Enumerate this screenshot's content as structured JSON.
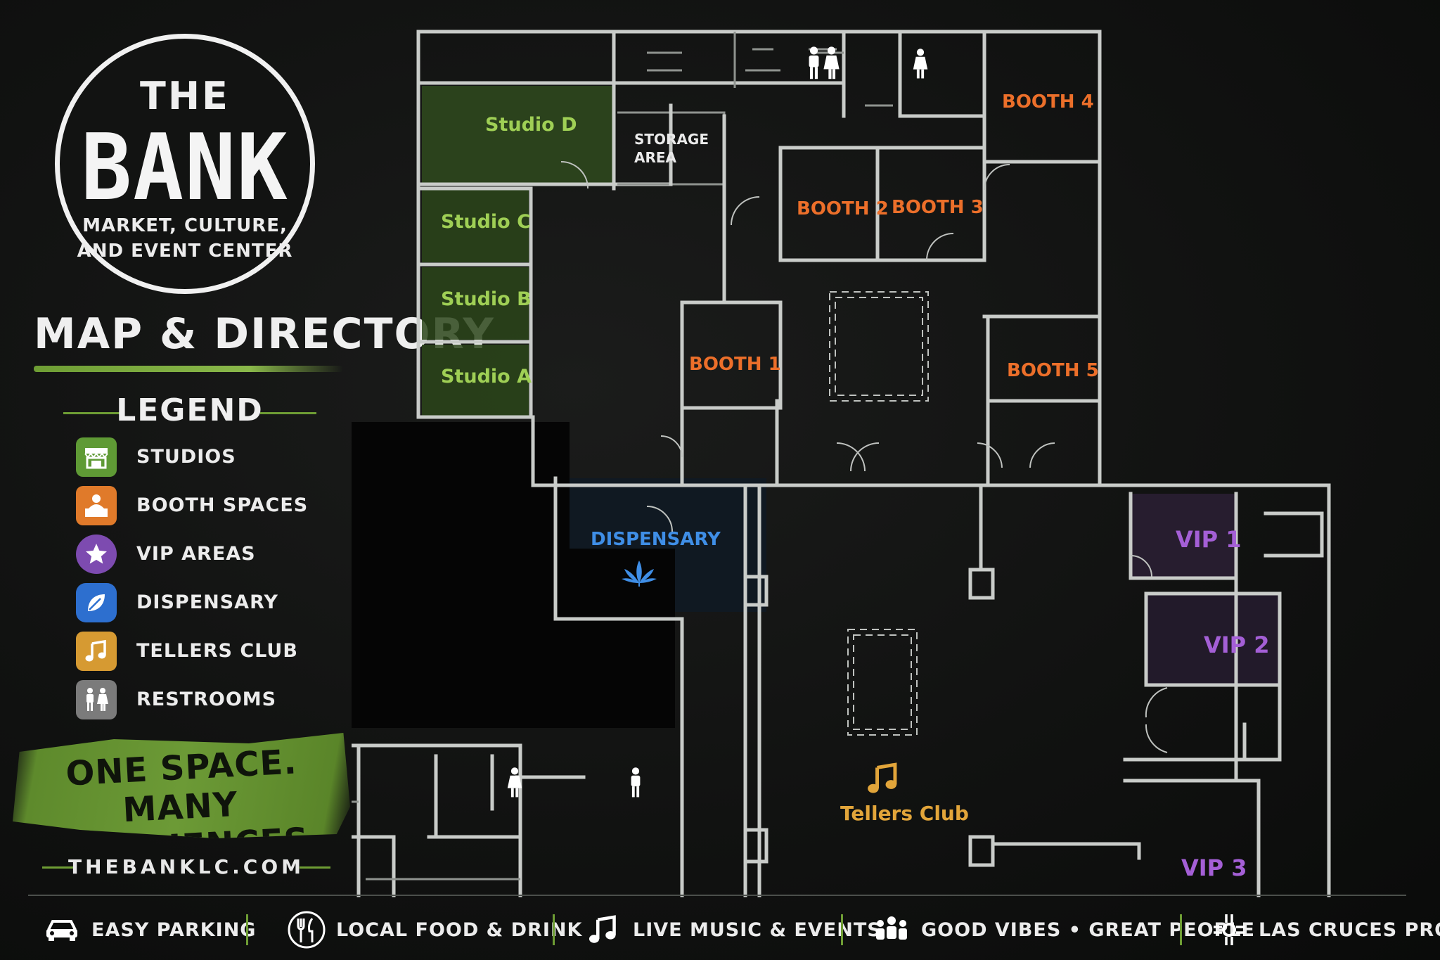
{
  "logo": {
    "the": "THE",
    "bank": "BANK",
    "subtitle_line1": "MARKET, CULTURE,",
    "subtitle_line2": "AND EVENT CENTER"
  },
  "title": "MAP & DIRECTORY",
  "legend": {
    "heading": "LEGEND",
    "items": [
      {
        "label": "STUDIOS",
        "icon": "storefront-icon",
        "color": "#5f9a35"
      },
      {
        "label": "BOOTH SPACES",
        "icon": "booth-icon",
        "color": "#e07a2a"
      },
      {
        "label": "VIP AREAS",
        "icon": "star-icon",
        "color": "#7d4bb0"
      },
      {
        "label": "DISPENSARY",
        "icon": "leaf-icon",
        "color": "#2d6fcf"
      },
      {
        "label": "TELLERS CLUB",
        "icon": "music-note-icon",
        "color": "#d69a32"
      },
      {
        "label": "RESTROOMS",
        "icon": "restroom-icon",
        "color": "#7b7b7b"
      }
    ]
  },
  "slogan": {
    "line1": "ONE SPACE.",
    "line2": "MANY EXPERIENCES."
  },
  "website": "THEBANKLC.COM",
  "rooms": {
    "studio_d": "Studio D",
    "studio_c": "Studio C",
    "studio_b": "Studio B",
    "studio_a": "Studio A",
    "storage_line1": "STORAGE",
    "storage_line2": "AREA",
    "booth1": "BOOTH 1",
    "booth2": "BOOTH 2",
    "booth3": "BOOTH 3",
    "booth4": "BOOTH 4",
    "booth5": "BOOTH 5",
    "dispensary": "DISPENSARY",
    "vip1": "VIP 1",
    "vip2": "VIP 2",
    "vip3": "VIP 3",
    "tellers_club": "Tellers Club"
  },
  "colors": {
    "studio": "#9fcf55",
    "booth": "#ec6f2a",
    "vip": "#a45fd6",
    "dispensary": "#3f8ee6",
    "tellers": "#e2a53a",
    "wall": "#cfd2cf",
    "accent": "#6e9d34"
  },
  "features": [
    {
      "label": "EASY PARKING",
      "icon": "car-icon"
    },
    {
      "label": "LOCAL FOOD & DRINK",
      "icon": "fork-knife-icon"
    },
    {
      "label": "LIVE MUSIC & EVENTS",
      "icon": "music-note-icon"
    },
    {
      "label": "GOOD VIBES • GREAT PEOPLE",
      "icon": "people-icon"
    },
    {
      "label": "LAS CRUCES PROUD",
      "icon": "zia-sun-icon"
    }
  ]
}
